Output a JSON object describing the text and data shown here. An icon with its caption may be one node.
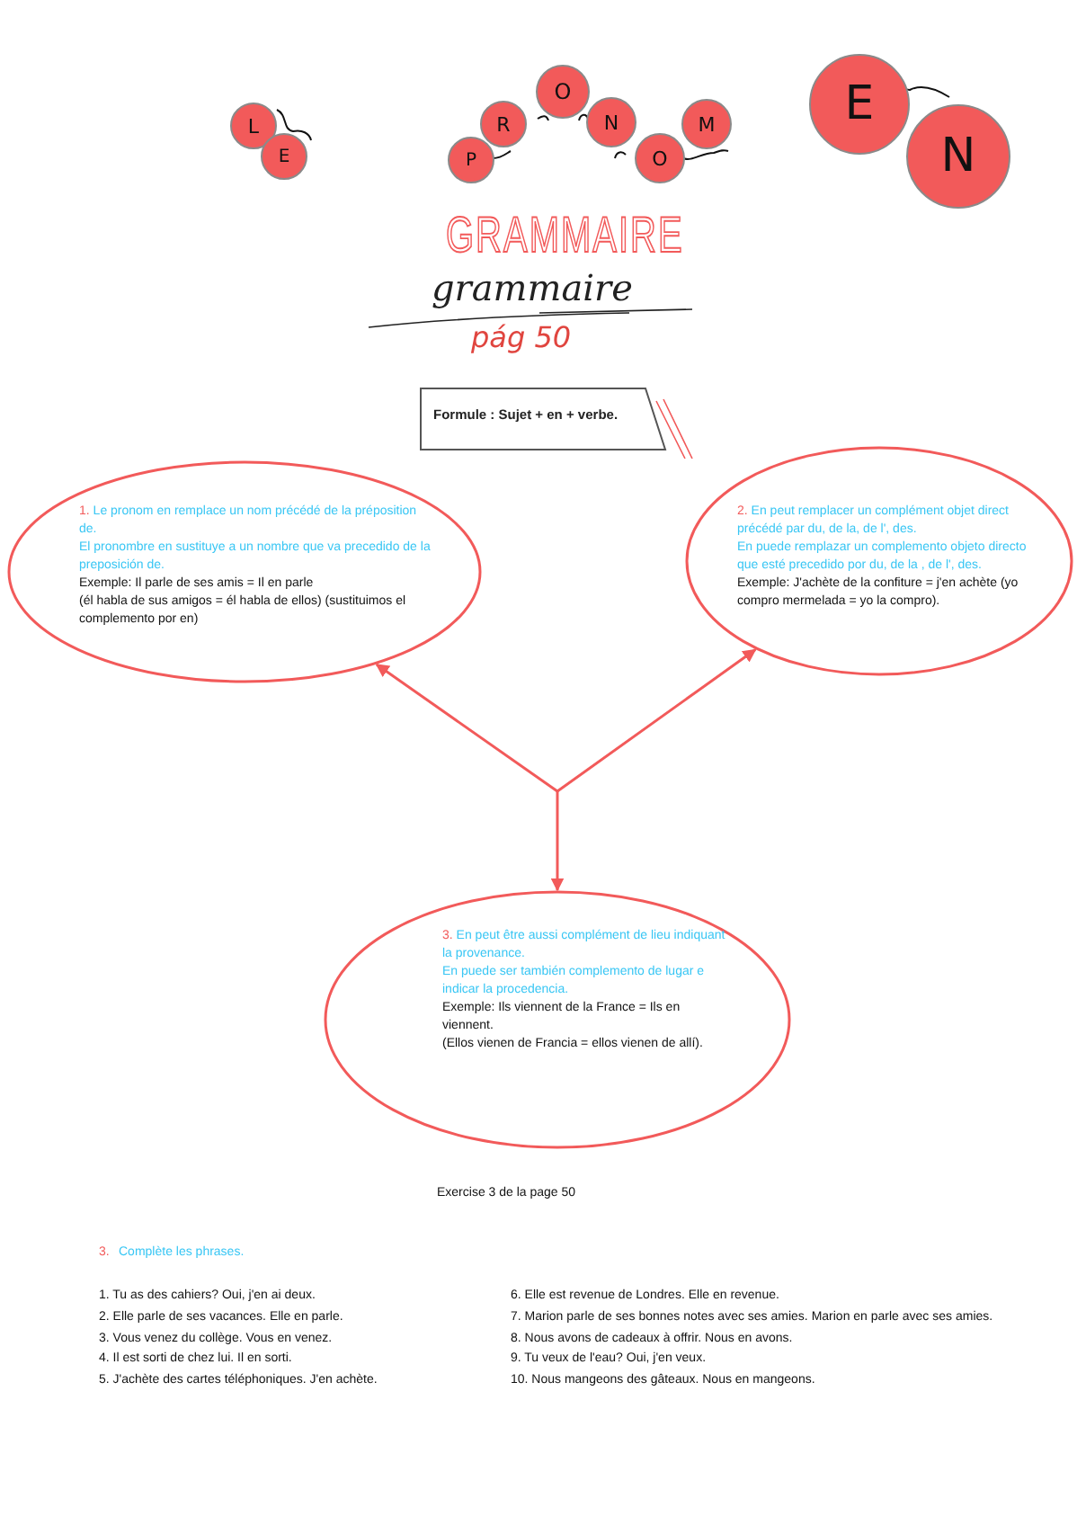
{
  "diagram": {
    "nodes": [
      {
        "text": [
          "L"
        ]
      },
      {
        "text": [
          "E"
        ]
      },
      {
        "text": [
          "P"
        ]
      },
      {
        "text": [
          "R"
        ]
      },
      {
        "text": [
          "O"
        ]
      },
      {
        "text": [
          "N"
        ]
      },
      {
        "text": [
          "O"
        ]
      },
      {
        "text": [
          "M"
        ]
      },
      {
        "text": [
          "E"
        ]
      },
      {
        "text": [
          "N"
        ]
      },
      {
        "text": [
          "Formule : Sujet + en + verbe."
        ]
      },
      {
        "text": [
          "1.",
          "Le pronom en remplace un nom précédé de la préposition de.",
          "El pronombre en sustituye a un nombre que va precedido de la preposición de.",
          "Exemple: Il parle de ses amis = Il en parle",
          "(él habla de sus amigos = él habla de ellos) (sustituimos el complemento por en)"
        ]
      },
      {
        "text": [
          "2.",
          "En peut remplacer un complément objet direct précédé par du, de la, de l', des.",
          "En puede remplazar un complemento objeto directo que esté precedido por du, de la , de l', des.",
          "Exemple: J'achète de la confiture = j'en achète (yo compro mermelada = yo la compro)."
        ]
      },
      {
        "text": [
          "3.",
          "En peut être aussi complément de lieu indiquant la provenance.",
          "En puede ser también complemento de lugar e indicar la procedencia.",
          "Exemple: Ils viennent de la France = Ils en viennent.",
          "(Ellos vienen de Francia = ellos vienen de allí)."
        ]
      }
    ],
    "edges": [
      {
        "from": null,
        "to": 11,
        "arrow": "to"
      },
      {
        "from": null,
        "to": 12,
        "arrow": "to"
      },
      {
        "from": null,
        "to": 13,
        "arrow": "to"
      }
    ],
    "labels": [
      "GRAMMAIRE",
      "grammaire",
      "pág 50",
      "Exercise 3 de la page 50",
      "3.",
      "Complète les phrases.",
      "1. Tu as des cahiers? Oui, j'en ai deux.",
      "2. Elle parle de ses vacances. Elle en parle.",
      "3. Vous venez du collège. Vous en venez.",
      "4. Il est sorti de chez lui. Il en sorti.",
      "5. J'achète des cartes téléphoniques. J'en achète.",
      "6. Elle est revenue de Londres. Elle en revenue.",
      "7. Marion parle de ses bonnes notes avec ses amies. Marion en parle avec ses amies.",
      "8. Nous avons de cadeaux à offrir. Nous en avons.",
      "9. Tu veux de l'eau? Oui, j'en veux.",
      "10. Nous mangeons des gâteaux. Nous en mangeons."
    ]
  }
}
